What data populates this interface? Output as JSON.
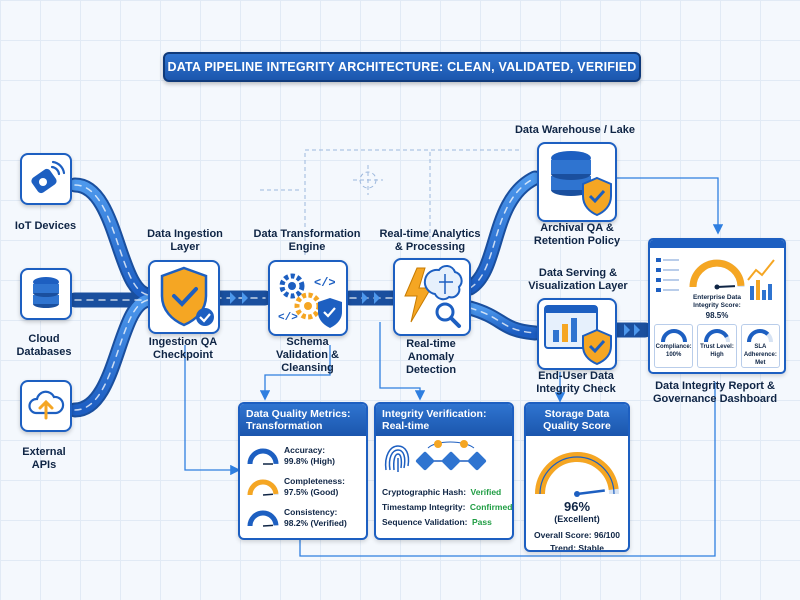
{
  "title": "DATA PIPELINE INTEGRITY ARCHITECTURE: CLEAN, VALIDATED, VERIFIED",
  "sources": [
    {
      "label": "IoT Devices",
      "icon": "iot-sensor-icon"
    },
    {
      "label": "Cloud Databases",
      "icon": "database-icon"
    },
    {
      "label": "External APIs",
      "icon": "cloud-upload-icon"
    }
  ],
  "stages": {
    "ingestion": {
      "title": "Data Ingestion Layer",
      "caption": "Ingestion QA Checkpoint",
      "icon": "shield-check-icon"
    },
    "transformation": {
      "title": "Data Transformation Engine",
      "caption": "Schema Validation & Cleansing",
      "icon": "gears-code-icon"
    },
    "analytics": {
      "title": "Real-time Analytics & Processing",
      "caption": "Real-time Anomaly Detection",
      "icon": "brain-lightning-icon"
    },
    "warehouse": {
      "title": "Data Warehouse / Lake",
      "caption": "Archival QA & Retention Policy",
      "icon": "database-shield-icon"
    },
    "serving": {
      "title": "Data Serving & Visualization Layer",
      "caption": "End-User Data Integrity Check",
      "icon": "dashboard-shield-icon"
    }
  },
  "report": {
    "caption": "Data Integrity Report & Governance Dashboard",
    "gauge_label": "Enterprise Data Integrity Score:",
    "gauge_value": "98.5%",
    "gauge_fraction": 0.985,
    "tiles": [
      {
        "label": "Compliance:",
        "value": "100%",
        "fraction": 1.0
      },
      {
        "label": "Trust Level:",
        "value": "High",
        "fraction": 0.85
      },
      {
        "label": "SLA Adherence:",
        "value": "Met",
        "fraction": 0.75
      }
    ]
  },
  "metrics_card": {
    "title": "Data Quality Metrics: Transformation",
    "items": [
      {
        "label": "Accuracy:",
        "value": "99.8% (High)",
        "fraction": 0.998
      },
      {
        "label": "Completeness:",
        "value": "97.5% (Good)",
        "fraction": 0.975
      },
      {
        "label": "Consistency:",
        "value": "98.2% (Verified)",
        "fraction": 0.982
      }
    ]
  },
  "integrity_card": {
    "title": "Integrity Verification: Real-time",
    "items": [
      {
        "label": "Cryptographic Hash:",
        "value": "Verified"
      },
      {
        "label": "Timestamp Integrity:",
        "value": "Confirmed"
      },
      {
        "label": "Sequence Validation:",
        "value": "Pass"
      }
    ]
  },
  "storage_card": {
    "title": "Storage Data Quality Score",
    "score": "96%",
    "score_note": "(Excellent)",
    "fraction": 0.96,
    "overall": "Overall Score: 96/100",
    "trend": "Trend: Stable"
  },
  "colors": {
    "primary": "#1d5fc1",
    "accent": "#f5a623",
    "success": "#1f9d43",
    "flow": "#2f7fe0"
  }
}
